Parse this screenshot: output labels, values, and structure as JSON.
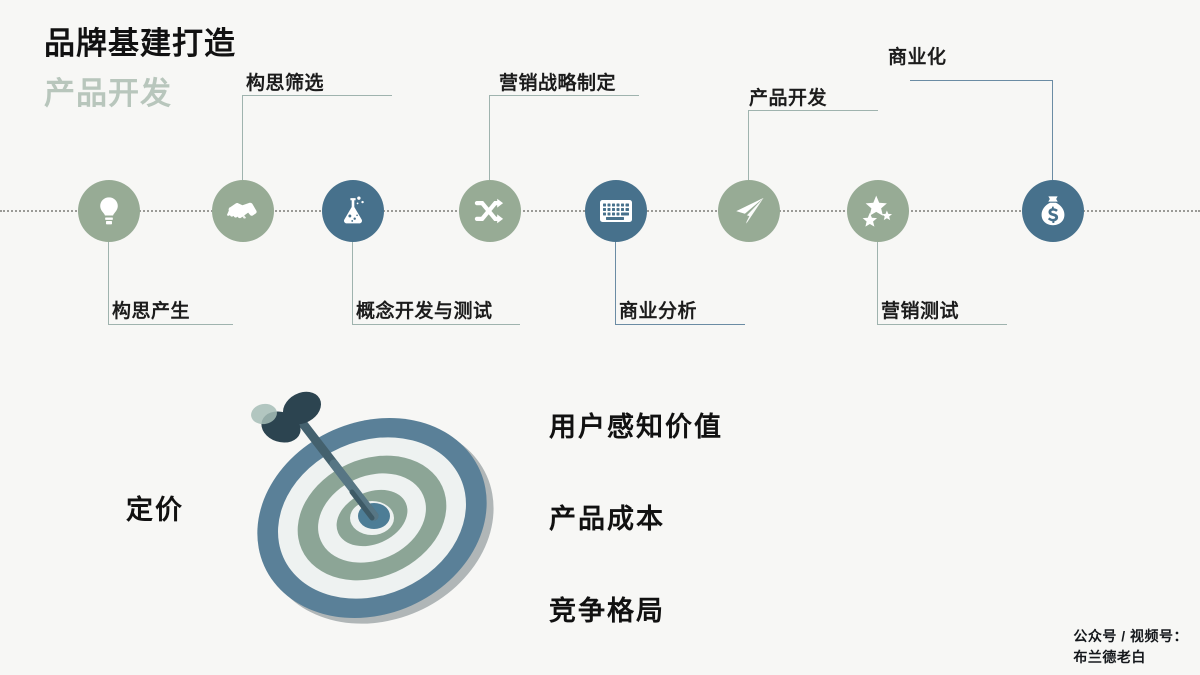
{
  "title": {
    "main": "品牌基建打造",
    "sub": "产品开发"
  },
  "colors": {
    "background": "#f7f7f5",
    "green": "#97ab95",
    "blue": "#47718c",
    "line_green": "#9fb3ae",
    "line_blue": "#6b8ca4",
    "text": "#1c1c1c",
    "subtitle": "#b8c6bc"
  },
  "timeline": {
    "nodes": [
      {
        "label": "构思产生",
        "icon": "lightbulb-icon",
        "color": "green",
        "position": "below"
      },
      {
        "label": "构思筛选",
        "icon": "handshake-icon",
        "color": "green",
        "position": "above"
      },
      {
        "label": "概念开发与测试",
        "icon": "flask-icon",
        "color": "blue",
        "position": "below"
      },
      {
        "label": "营销战略制定",
        "icon": "shuffle-icon",
        "color": "green",
        "position": "above"
      },
      {
        "label": "商业分析",
        "icon": "keyboard-icon",
        "color": "blue",
        "position": "below"
      },
      {
        "label": "产品开发",
        "icon": "paper-plane-icon",
        "color": "green",
        "position": "above"
      },
      {
        "label": "营销测试",
        "icon": "stars-icon",
        "color": "green",
        "position": "below"
      },
      {
        "label": "商业化",
        "icon": "money-bag-icon",
        "color": "blue",
        "position": "above"
      }
    ]
  },
  "pricing": {
    "title": "定价",
    "graphic": "dartboard-target-icon",
    "items": [
      "用户感知价值",
      "产品成本",
      "竞争格局"
    ]
  },
  "footer": {
    "line1": "公众号 / 视频号：",
    "line2": "布兰德老白"
  }
}
